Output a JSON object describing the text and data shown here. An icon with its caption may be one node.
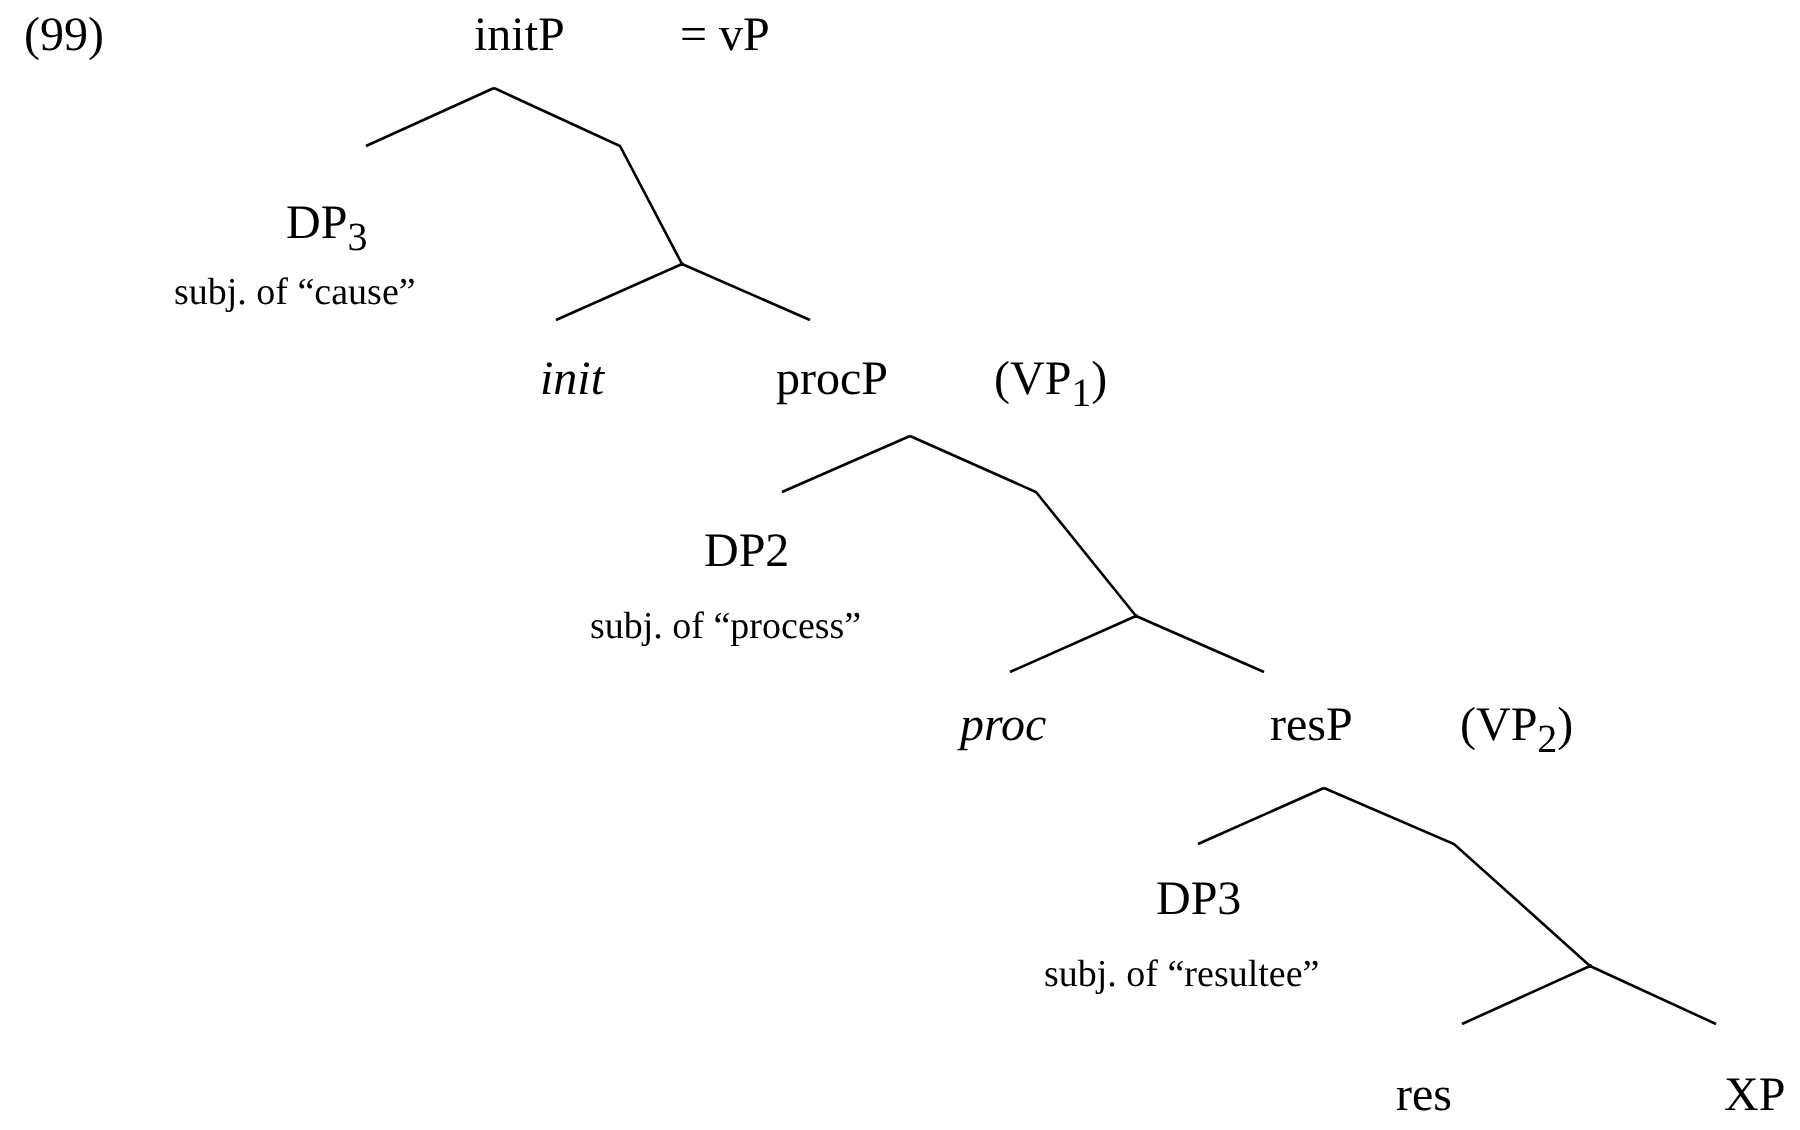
{
  "diagram": {
    "nodes": [
      {
        "text": [
          "initP"
        ],
        "beside": [
          "= vP"
        ]
      },
      {
        "text": [
          "DP$_{3}$"
        ],
        "beside": [
          "subj. of “cause”"
        ]
      },
      {
        "text": [],
        "shape": "point"
      },
      {
        "text": [
          "init"
        ]
      },
      {
        "text": [
          "procP"
        ],
        "beside": [
          "(VP$_{1}$)"
        ]
      },
      {
        "text": [
          "DP2"
        ],
        "beside": [
          "subj. of “process”"
        ]
      },
      {
        "text": [],
        "shape": "point"
      },
      {
        "text": [
          "proc"
        ]
      },
      {
        "text": [
          "resP"
        ],
        "beside": [
          "(VP$_{2}$)"
        ]
      },
      {
        "text": [
          "DP3"
        ],
        "beside": [
          "subj. of “resultee”"
        ]
      },
      {
        "text": [],
        "shape": "point"
      },
      {
        "text": [
          "res"
        ]
      },
      {
        "text": [
          "XP"
        ]
      }
    ],
    "edges": [
      {
        "from": 0,
        "to": 1,
        "arrow": "none"
      },
      {
        "from": 0,
        "to": 2,
        "arrow": "none"
      },
      {
        "from": 2,
        "to": 3,
        "arrow": "none"
      },
      {
        "from": 2,
        "to": 4,
        "arrow": "none"
      },
      {
        "from": 4,
        "to": 5,
        "arrow": "none"
      },
      {
        "from": 4,
        "to": 6,
        "arrow": "none"
      },
      {
        "from": 6,
        "to": 7,
        "arrow": "none"
      },
      {
        "from": 6,
        "to": 8,
        "arrow": "none"
      },
      {
        "from": 8,
        "to": 9,
        "arrow": "none"
      },
      {
        "from": 8,
        "to": 10,
        "arrow": "none"
      },
      {
        "from": 10,
        "to": 11,
        "arrow": "none"
      },
      {
        "from": 10,
        "to": 12,
        "arrow": "none"
      }
    ],
    "labels": [
      "(99)"
    ]
  }
}
